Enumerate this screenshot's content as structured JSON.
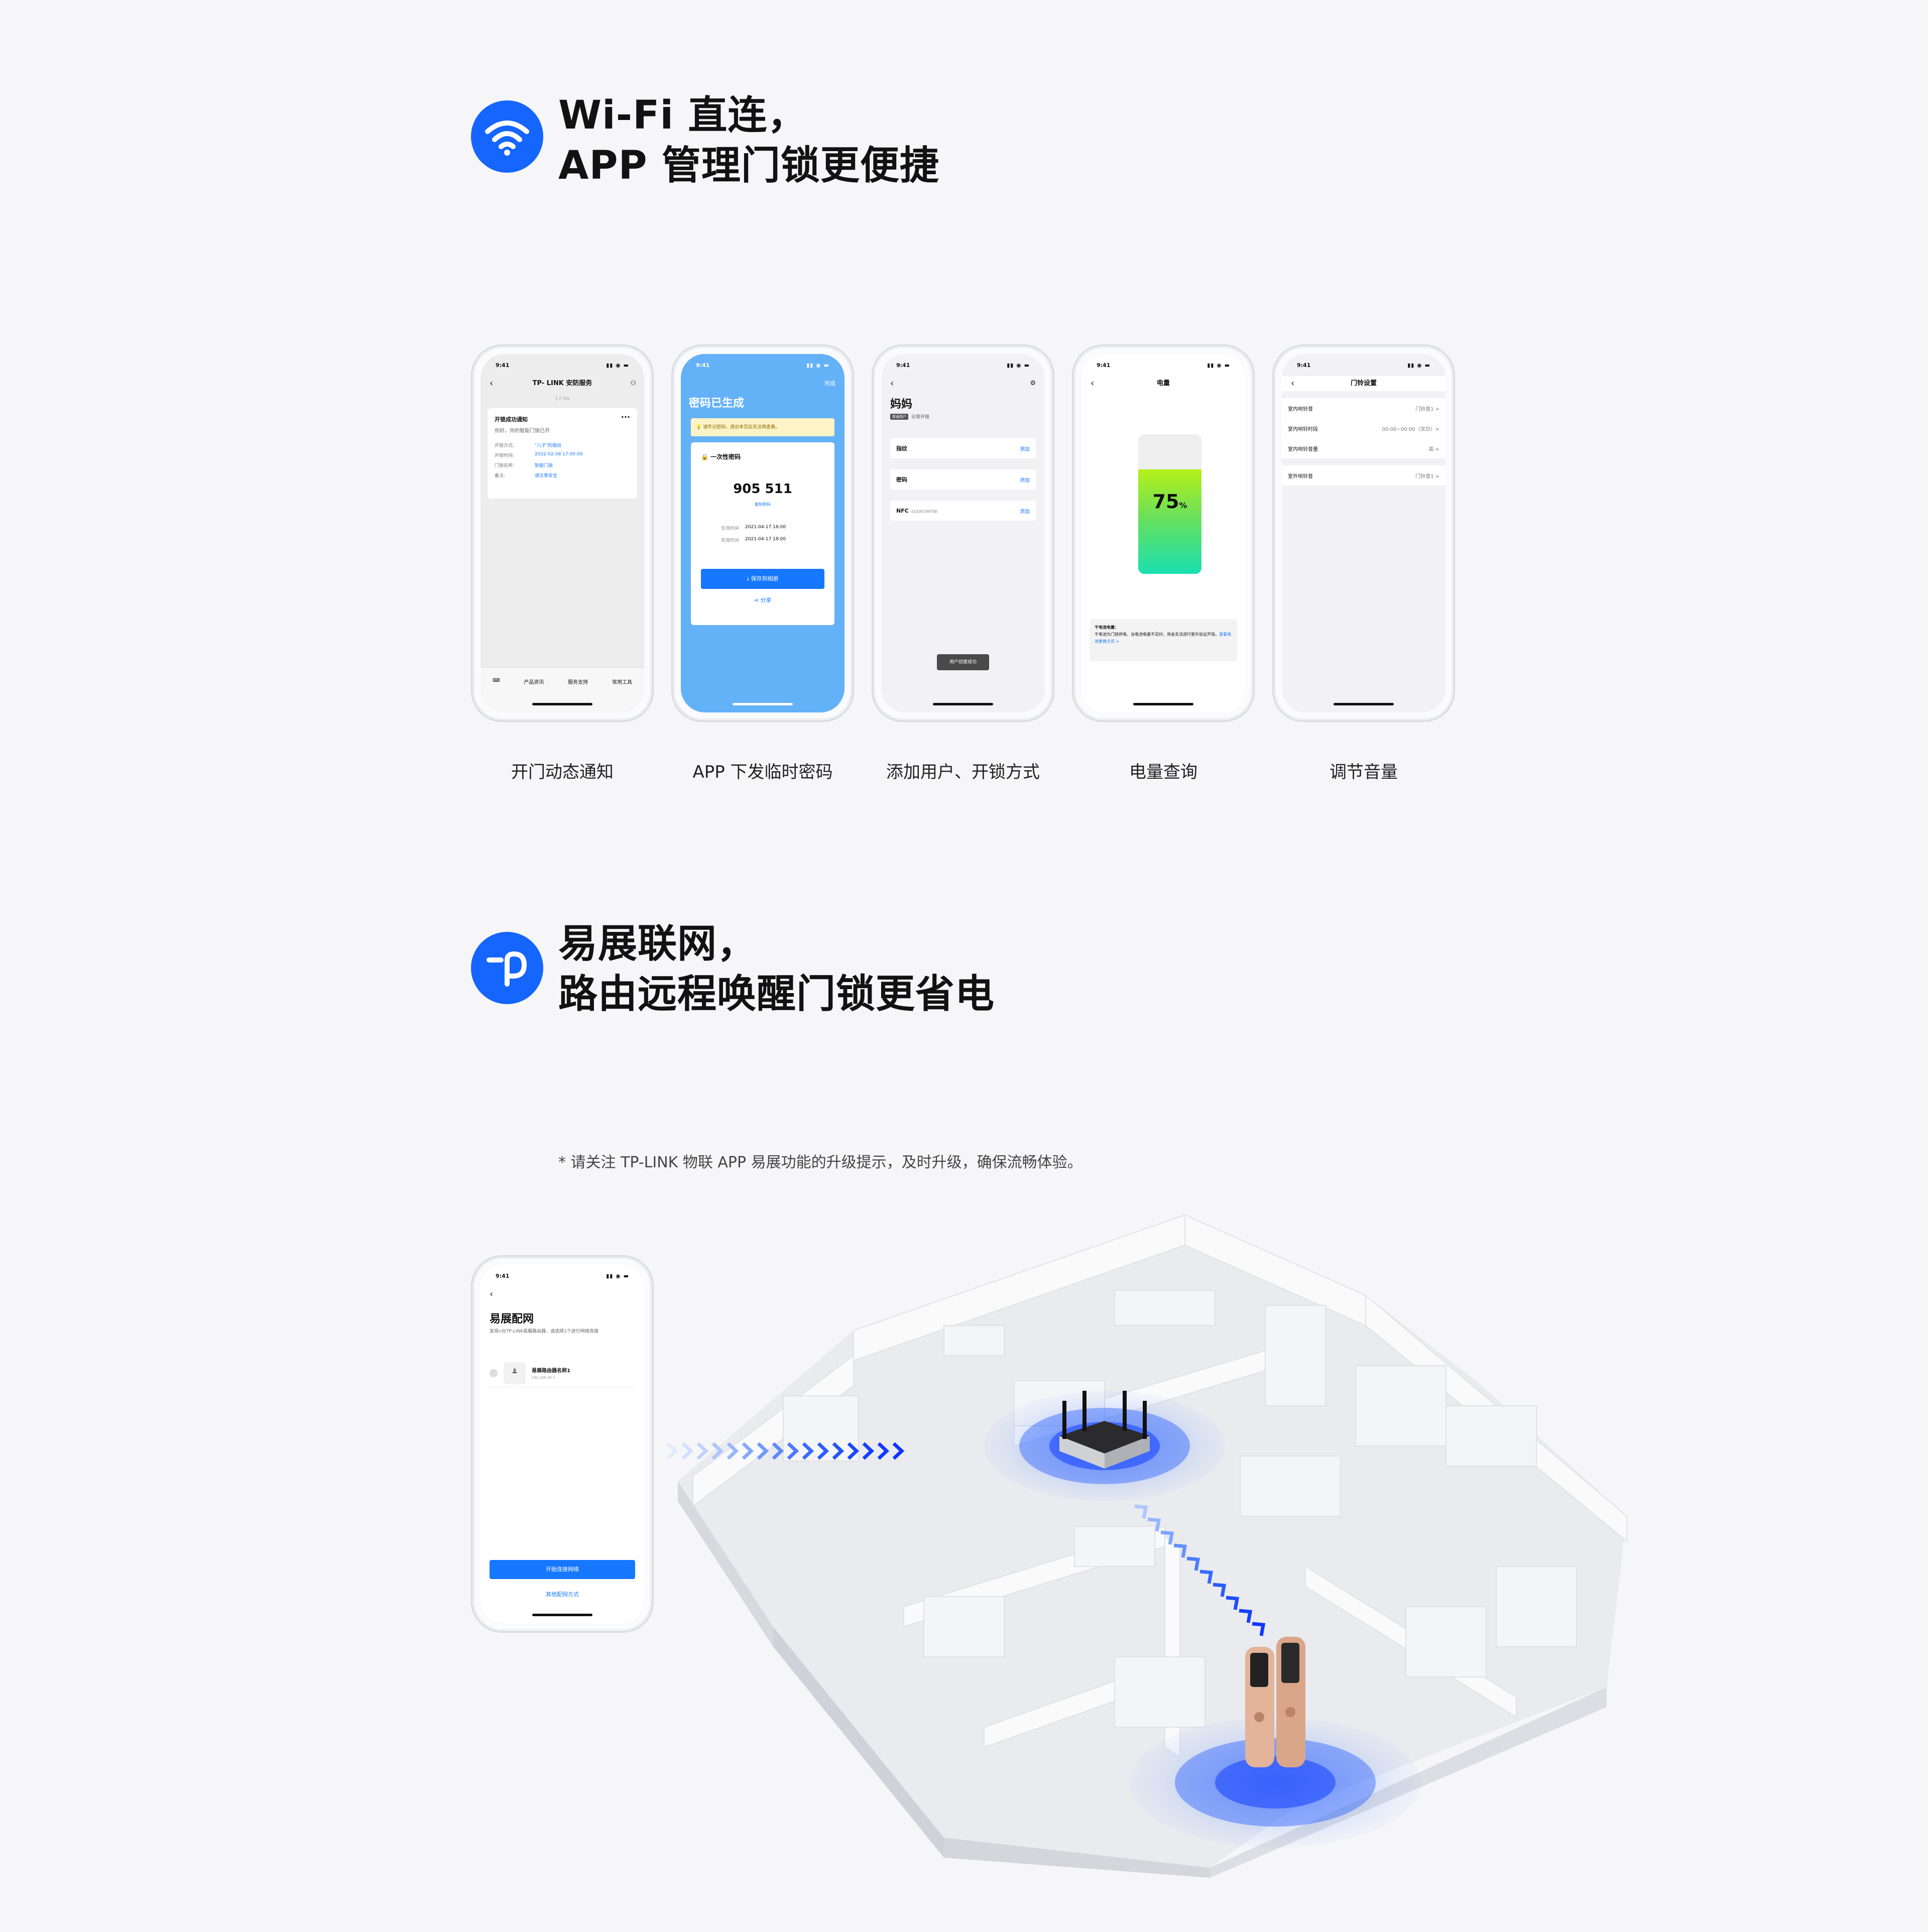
{
  "section1": {
    "title_line1": "Wi-Fi 直连，",
    "title_line2": "APP 管理门锁更便捷"
  },
  "section2": {
    "title_line1": "易展联网，",
    "title_line2": "路由远程唤醒门锁更省电",
    "note": "* 请关注 TP-LINK 物联 APP 易展功能的升级提示，及时升级，确保流畅体验。"
  },
  "status_time": "9:41",
  "phones": {
    "p1": {
      "caption": "开门动态通知",
      "title": "TP- LINK 安防服务",
      "time": "17:00",
      "card_title": "开锁成功通知",
      "card_sub": "你好，你的智能门锁已开",
      "rows": [
        {
          "k": "开锁方式:",
          "v": "\"儿子\"的指纹"
        },
        {
          "k": "开锁时间:",
          "v": "2022-02-08 17:00:00"
        },
        {
          "k": "门锁名称:",
          "v": "智能门锁"
        },
        {
          "k": "备注:",
          "v": "请注意安全"
        }
      ],
      "menu": [
        "产品资讯",
        "服务支持",
        "常用工具"
      ]
    },
    "p2": {
      "caption": "APP 下发临时密码",
      "done": "完成",
      "title": "密码已生成",
      "tip": "请牢记密码，退出本页后无法再查看。",
      "card_title": "一次性密码",
      "code": "905 511",
      "copy": "复制密码",
      "rows": [
        {
          "k": "生效时间",
          "v": "2021-04-17 18:00"
        },
        {
          "k": "失效时间",
          "v": "2021-04-17 18:00"
        }
      ],
      "save": "保存到相册",
      "share": "分享"
    },
    "p3": {
      "caption": "添加用户、开锁方式",
      "name": "妈妈",
      "tag": "普通用户",
      "tag_desc": "日常开锁",
      "items": [
        {
          "label": "指纹",
          "sub": "",
          "action": "添加"
        },
        {
          "label": "密码",
          "sub": "",
          "action": "添加"
        },
        {
          "label": "NFC",
          "sub": "(仅支持日常开锁)",
          "action": "添加"
        }
      ],
      "toast": "用户创建成功"
    },
    "p4": {
      "caption": "电量查询",
      "title": "电量",
      "level": 75,
      "level_num": "75",
      "level_unit": "%",
      "info_title": "干电池电量：",
      "info_text": "干电池为门锁供电，当电池电量不足时，将会无法进行室外验证开锁。",
      "info_link": "查看电池更换方式 >"
    },
    "p5": {
      "caption": "调节音量",
      "title": "门铃设置",
      "rows": [
        {
          "k": "室内响铃音",
          "v": "门铃音1 >"
        },
        {
          "k": "室内响铃时段",
          "v": "00:00~00:00（次日）>"
        },
        {
          "k": "室内响铃音量",
          "v": "高 >"
        }
      ],
      "rows2": [
        {
          "k": "室外响铃音",
          "v": "门铃音1 >"
        }
      ]
    },
    "p6": {
      "title": "易展配网",
      "desc": "发现n台TP-LINK易展路由器，请选择1个进行网络连接",
      "device_name": "易展路由器名称1",
      "device_ip": "192.168.30.1",
      "primary": "开始连接网络",
      "secondary": "其他配网方式"
    }
  },
  "colors": {
    "brand_blue": "#1565ff",
    "link_blue": "#1677ff",
    "background": "#f6f6f8"
  }
}
